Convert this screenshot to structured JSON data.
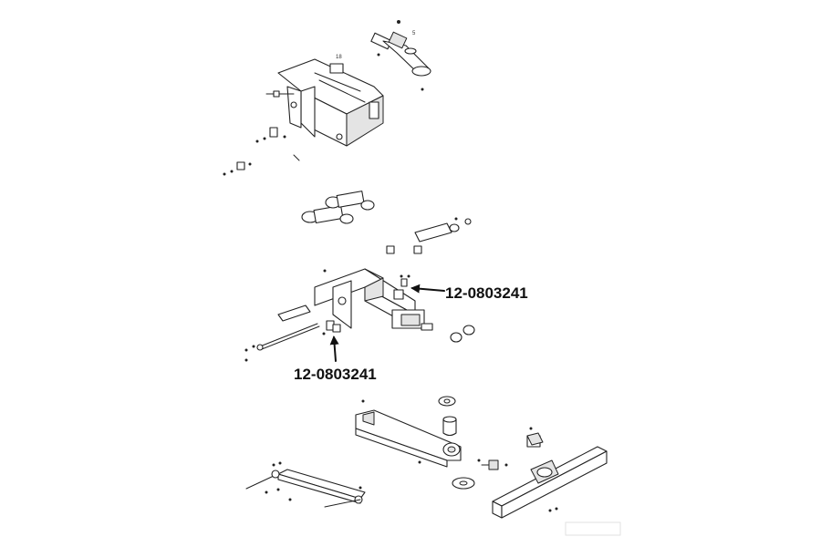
{
  "callouts": [
    {
      "label": "12-0803241"
    },
    {
      "label": "12-0803241"
    }
  ],
  "item_numbers": [
    "18",
    "5"
  ]
}
